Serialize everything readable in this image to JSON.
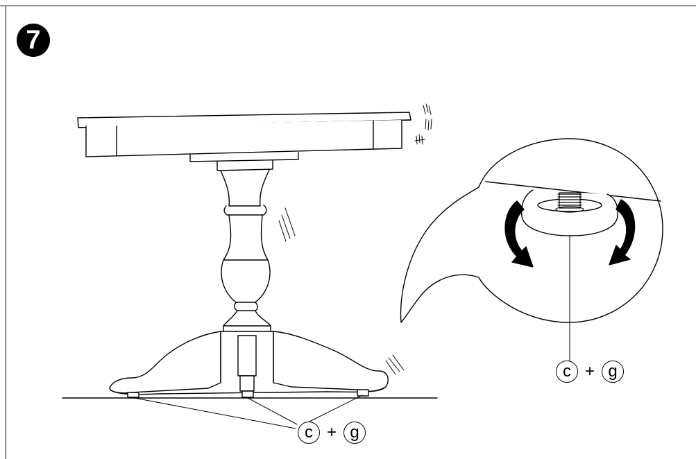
{
  "step": {
    "number": "7"
  },
  "callouts": {
    "bottom": {
      "part_a": "c",
      "plus": "+",
      "part_b": "g"
    },
    "detail": {
      "part_a": "c",
      "plus": "+",
      "part_b": "g"
    }
  },
  "colors": {
    "line": "#000000",
    "background": "#ffffff"
  }
}
